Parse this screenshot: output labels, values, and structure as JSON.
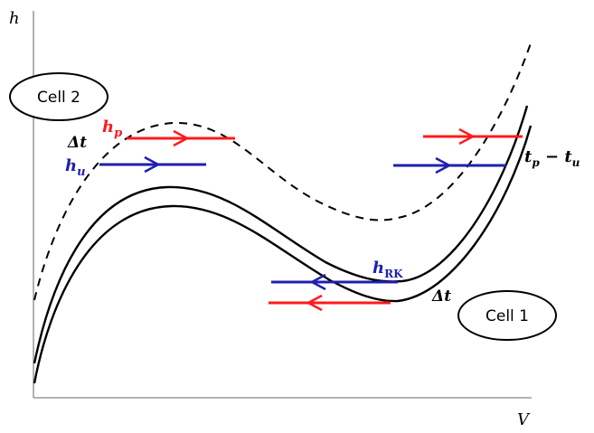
{
  "axes": {
    "y_label": "h",
    "x_label": "V"
  },
  "cells": [
    {
      "id": "cell2",
      "label": "Cell 2"
    },
    {
      "id": "cell1",
      "label": "Cell 1"
    }
  ],
  "labels": {
    "hp": {
      "main": "h",
      "sub": "p"
    },
    "hu": {
      "main": "h",
      "sub": "u"
    },
    "hrk": {
      "main": "h",
      "sub": "RK"
    },
    "dt_top": "Δt",
    "dt_bottom": "Δt",
    "tp_tu": {
      "a": "t",
      "a_sub": "p",
      "op": " − ",
      "b": "t",
      "b_sub": "u"
    }
  },
  "colors": {
    "red": "#ff1a1a",
    "blue": "#1f1fb0",
    "black": "#000000"
  }
}
